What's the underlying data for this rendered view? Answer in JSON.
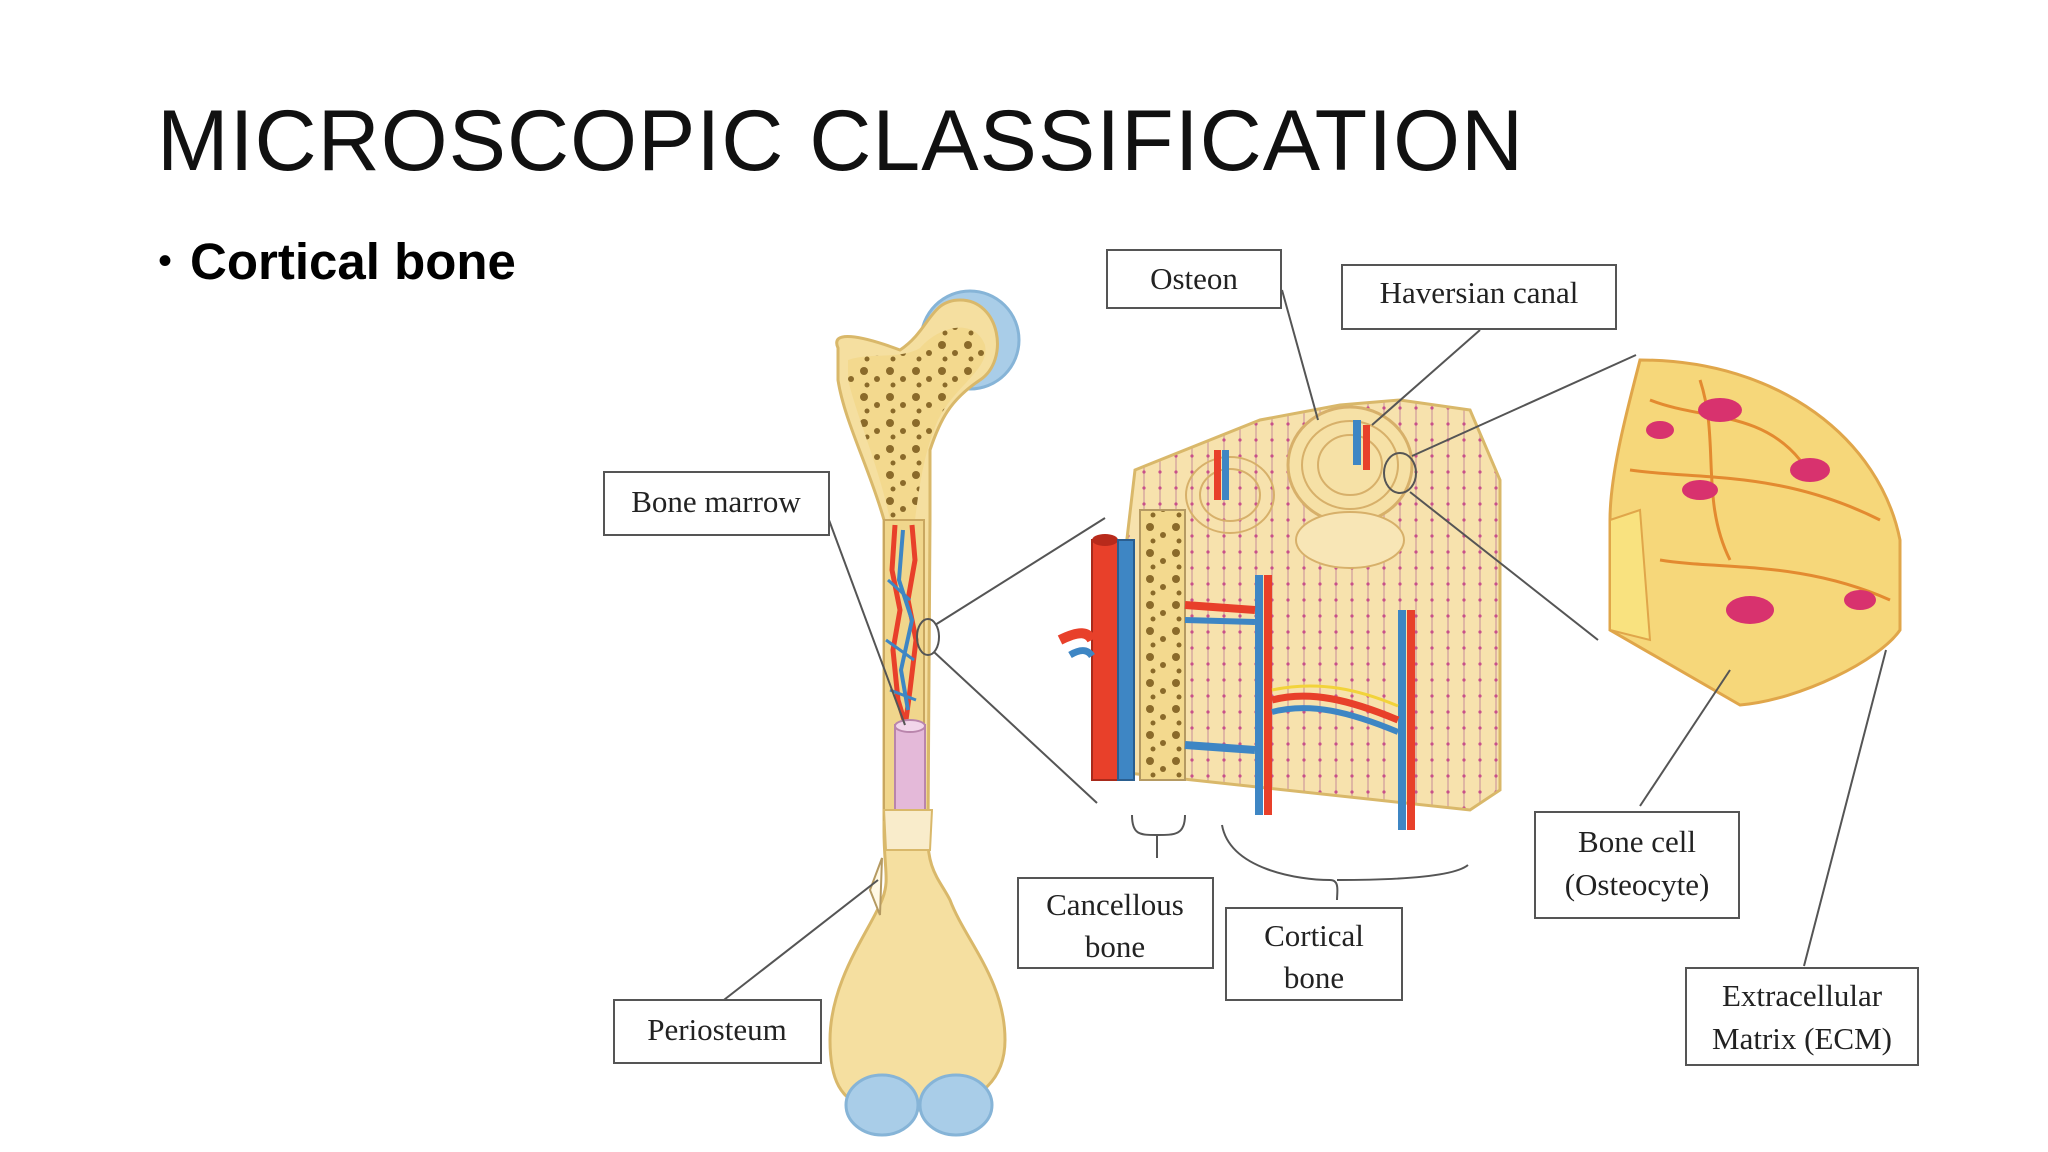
{
  "slide": {
    "title": "MICROSCOPIC CLASSIFICATION",
    "bullet": "Cortical bone"
  },
  "diagram": {
    "labels": {
      "osteon": "Osteon",
      "haversian_canal": "Haversian canal",
      "bone_marrow": "Bone marrow",
      "periosteum": "Periosteum",
      "cancellous_bone": [
        "Cancellous",
        "bone"
      ],
      "cortical_bone": [
        "Cortical",
        "bone"
      ],
      "bone_cell": [
        "Bone cell",
        "(Osteocyte)"
      ],
      "ecm": [
        "Extracellular",
        "Matrix (ECM)"
      ]
    },
    "colors": {
      "bone": "#f5dfa0",
      "bone_outline": "#d9b86a",
      "artery": "#e8402a",
      "vein": "#3e86c4",
      "cartilage": "#a9cde8",
      "cell": "#d8326e"
    }
  }
}
